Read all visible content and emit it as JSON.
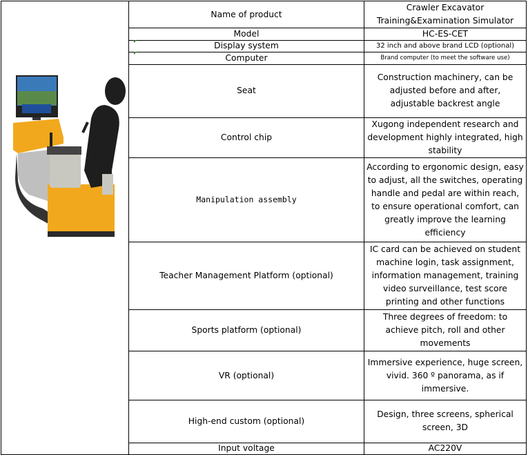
{
  "rows": [
    {
      "label": "Name of product",
      "value_lines": [
        "Crawler Excavator",
        "Training&Examination Simulator"
      ]
    },
    {
      "label": "Model",
      "value": "HC-ES-CET"
    },
    {
      "label": "Display system",
      "value": "32 inch and above brand LCD (optional)"
    },
    {
      "label": "Computer",
      "value": "Brand computer (to meet the software use)"
    },
    {
      "label": "Seat",
      "value": "Construction machinery, can be adjusted before and after, adjustable backrest angle"
    },
    {
      "label": "Control chip",
      "value": "Xugong independent research and development highly integrated, high stability"
    },
    {
      "label": "Manipulation assembly",
      "value": "According to ergonomic design, easy to adjust, all the switches, operating handle and pedal are within reach, to ensure operational comfort, can greatly improve the learning efficiency"
    },
    {
      "label": "Teacher Management Platform (optional)",
      "value": "IC card can be achieved on student machine login, task assignment, information management, training video surveillance, test score printing and other functions"
    },
    {
      "label": "Sports platform (optional)",
      "value": "Three degrees of freedom: to achieve pitch, roll and other movements"
    },
    {
      "label": "VR (optional)",
      "value": "Immersive experience, huge screen, vivid. 360 º panorama, as if immersive."
    },
    {
      "label": "High-end custom (optional)",
      "value": "Design, three screens, spherical screen, 3D"
    },
    {
      "label": "Input voltage",
      "value": "AC220V"
    }
  ],
  "colors": {
    "border": "#000000",
    "body_yellow": "#f2a81d",
    "seat": "#1e1e1e"
  }
}
